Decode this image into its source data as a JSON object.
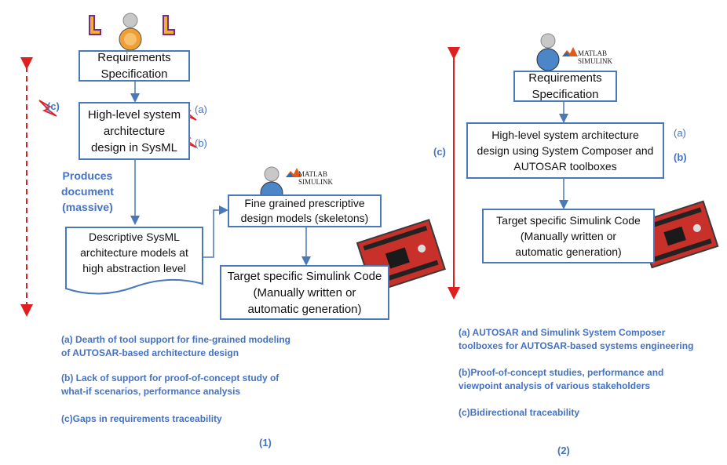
{
  "left": {
    "req": "Requirements\nSpecification",
    "arch": "High-level system\narchitecture\ndesign in SysML",
    "produces": "Produces\ndocument\n(massive)",
    "descriptive": "Descriptive SysML\narchitecture models at\nhigh abstraction level",
    "fine": "Fine grained prescriptive\ndesign models (skeletons)",
    "target": "Target specific Simulink Code\n(Manually written or\nautomatic generation)",
    "tag_a": "(a)",
    "tag_b": "(b)",
    "tag_c": "(c)",
    "logo_top": "MATLAB",
    "logo_bottom": "SIMULINK",
    "note_a": "(a) Dearth of tool support for fine-grained modeling\nof AUTOSAR-based architecture design",
    "note_b": "(b) Lack of support for proof-of-concept study of\nwhat-if scenarios, performance analysis",
    "note_c": "(c)Gaps in requirements traceability",
    "label": "(1)"
  },
  "right": {
    "req": "Requirements\nSpecification",
    "arch": "High-level system architecture\ndesign using System Composer and\nAUTOSAR toolboxes",
    "target": "Target specific Simulink Code\n(Manually written or\nautomatic generation)",
    "tag_a": "(a)",
    "tag_b": "(b)",
    "tag_c": "(c)",
    "logo_top": "MATLAB",
    "logo_bottom": "SIMULINK",
    "note_a": "(a) AUTOSAR and Simulink System Composer\ntoolboxes for AUTOSAR-based systems engineering",
    "note_b": "(b)Proof-of-concept studies, performance and\nviewpoint analysis of various stakeholders",
    "note_c": "(c)Bidirectional traceability",
    "label": "(2)"
  },
  "colors": {
    "box_border": "#4a78b8",
    "accent_text": "#4472c4",
    "arrow_red": "#e02020"
  }
}
